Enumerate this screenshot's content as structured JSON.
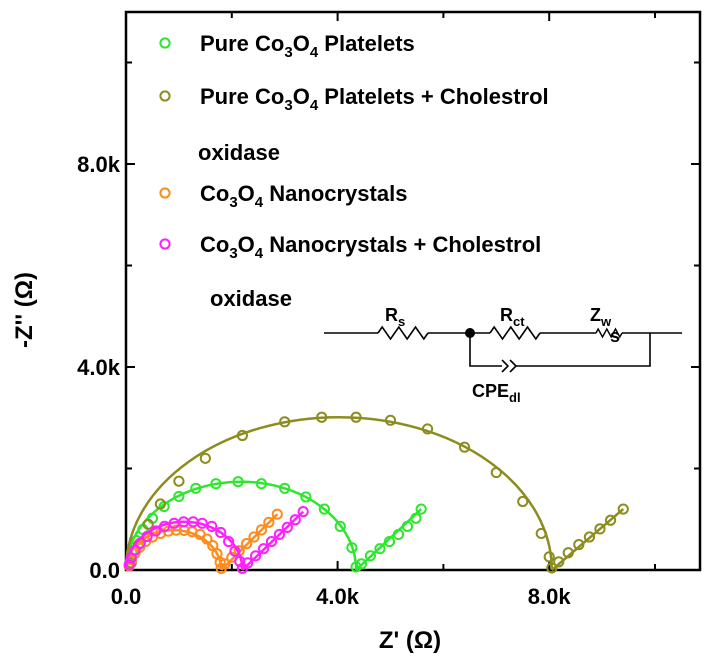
{
  "chart_data": {
    "type": "scatter",
    "xlabel": "Z' (Ω)",
    "ylabel": "-Z'' (Ω)",
    "xlim": [
      0,
      11000
    ],
    "ylim": [
      0,
      11000
    ],
    "xticks": [
      0,
      4000,
      8000
    ],
    "xtick_labels": [
      "0.0",
      "4.0k",
      "8.0k"
    ],
    "yticks": [
      0,
      4000,
      8000
    ],
    "ytick_labels": [
      "0.0",
      "4.0k",
      "8.0k"
    ],
    "grid": false,
    "legend_position": "top-left",
    "series": [
      {
        "name_parts": [
          [
            "Pure Co",
            ""
          ],
          [
            "3",
            "sub"
          ],
          [
            "O",
            ""
          ],
          [
            "4",
            "sub"
          ],
          [
            " Platelets",
            ""
          ]
        ],
        "name_line2": "",
        "color": "#2ee62e",
        "semicircle": [
          0,
          4350
        ],
        "tail": [
          [
            4350,
            0
          ],
          [
            5580,
            1200
          ]
        ],
        "x": [
          70,
          110,
          200,
          320,
          500,
          720,
          1000,
          1320,
          1700,
          2120,
          2560,
          3000,
          3400,
          3750,
          4050,
          4270,
          4350,
          4450,
          4620,
          4800,
          4980,
          5150,
          5320,
          5480,
          5580
        ],
        "y": [
          140,
          350,
          580,
          800,
          1020,
          1250,
          1450,
          1610,
          1700,
          1740,
          1700,
          1610,
          1440,
          1200,
          860,
          440,
          60,
          120,
          280,
          420,
          560,
          700,
          860,
          1020,
          1200
        ]
      },
      {
        "name_parts": [
          [
            "Pure Co",
            ""
          ],
          [
            "3",
            "sub"
          ],
          [
            "O",
            ""
          ],
          [
            "4",
            "sub"
          ],
          [
            " Platelets + Cholestrol",
            ""
          ]
        ],
        "name_line2": "oxidase",
        "color": "#8c8c1f",
        "semicircle": [
          0,
          8050
        ],
        "tail": [
          [
            8050,
            0
          ],
          [
            9400,
            1200
          ]
        ],
        "x": [
          100,
          240,
          420,
          650,
          1000,
          1500,
          2200,
          3000,
          3700,
          4350,
          5000,
          5700,
          6400,
          7000,
          7500,
          7850,
          8000,
          8050,
          8180,
          8360,
          8560,
          8760,
          8960,
          9160,
          9400
        ],
        "y": [
          140,
          500,
          900,
          1300,
          1750,
          2200,
          2650,
          2920,
          3010,
          3010,
          2950,
          2780,
          2420,
          1920,
          1350,
          720,
          260,
          40,
          160,
          340,
          500,
          650,
          810,
          980,
          1200
        ]
      },
      {
        "name_parts": [
          [
            "Co",
            ""
          ],
          [
            "3",
            "sub"
          ],
          [
            "O",
            ""
          ],
          [
            "4",
            "sub"
          ],
          [
            " Nanocrystals",
            ""
          ]
        ],
        "name_line2": "",
        "color": "#ff8c1a",
        "semicircle": [
          0,
          1800
        ],
        "tail": [
          [
            1800,
            0
          ],
          [
            2860,
            1100
          ]
        ],
        "x": [
          60,
          100,
          170,
          260,
          370,
          500,
          650,
          800,
          950,
          1100,
          1250,
          1400,
          1530,
          1640,
          1720,
          1780,
          1800,
          1870,
          2000,
          2140,
          2280,
          2420,
          2560,
          2700,
          2860
        ],
        "y": [
          80,
          200,
          330,
          450,
          560,
          650,
          720,
          765,
          785,
          780,
          755,
          700,
          610,
          480,
          320,
          150,
          30,
          120,
          250,
          380,
          520,
          650,
          790,
          940,
          1100
        ]
      },
      {
        "name_parts": [
          [
            "Co",
            ""
          ],
          [
            "3",
            "sub"
          ],
          [
            "O",
            ""
          ],
          [
            "4",
            "sub"
          ],
          [
            " Nanocrystals + Cholestrol",
            ""
          ]
        ],
        "name_line2": "oxidase",
        "color": "#ff1fff",
        "semicircle": [
          0,
          2200
        ],
        "tail": [
          [
            2200,
            0
          ],
          [
            3350,
            1150
          ]
        ],
        "x": [
          60,
          100,
          170,
          270,
          400,
          560,
          730,
          910,
          1090,
          1270,
          1440,
          1620,
          1790,
          1940,
          2060,
          2150,
          2200,
          2300,
          2450,
          2600,
          2750,
          2900,
          3050,
          3200,
          3350
        ],
        "y": [
          100,
          240,
          390,
          530,
          660,
          770,
          860,
          920,
          950,
          950,
          920,
          860,
          740,
          560,
          370,
          170,
          30,
          140,
          280,
          420,
          560,
          700,
          840,
          990,
          1150
        ]
      }
    ],
    "inset_labels": {
      "rs": "R",
      "rs_sub": "s",
      "rct": "R",
      "rct_sub": "ct",
      "zw": "Z",
      "zw_sub": "w",
      "zw_mark": "s",
      "cpe": "CPE",
      "cpe_sub": "dl"
    }
  }
}
